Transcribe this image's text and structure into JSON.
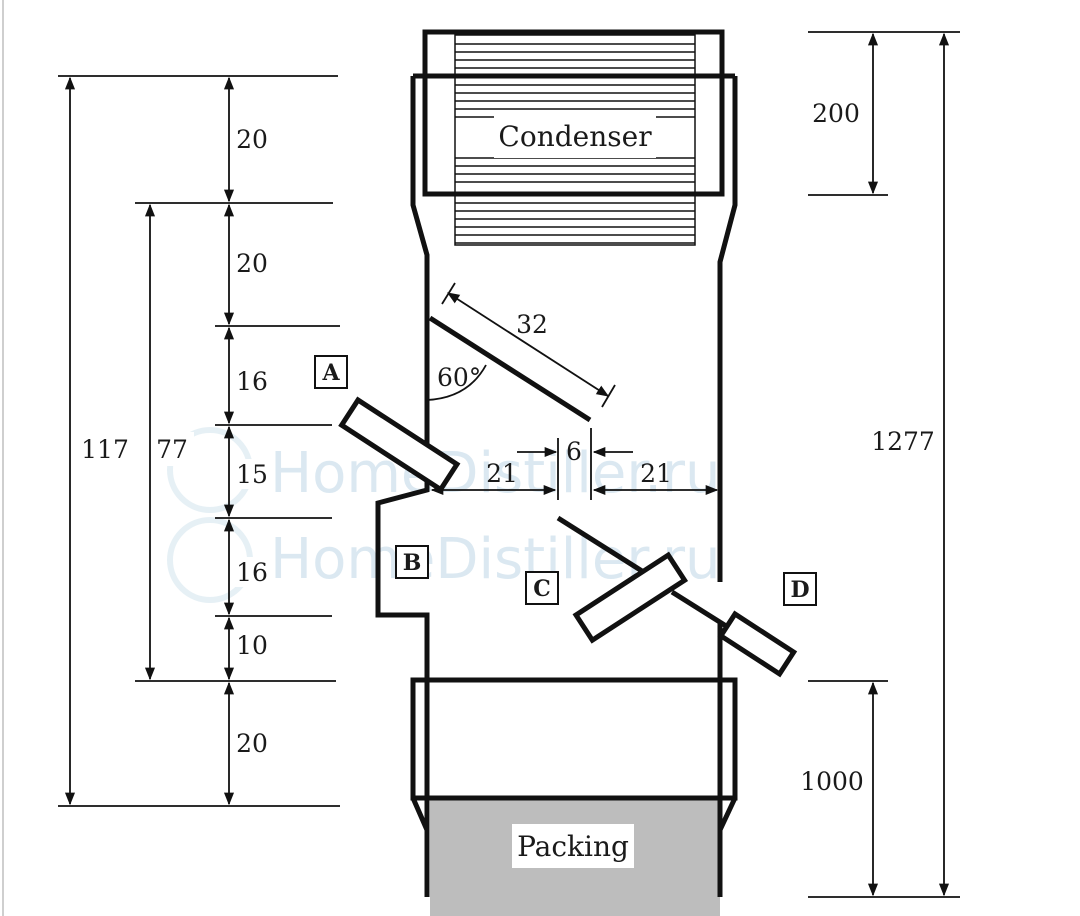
{
  "condenser_label": "Condenser",
  "packing_label": "Packing",
  "markers": {
    "a": "A",
    "b": "B",
    "c": "C",
    "d": "D"
  },
  "dimensions": {
    "left_outer": "117",
    "left_inner": "77",
    "segments": [
      "20",
      "20",
      "16",
      "15",
      "16",
      "10",
      "20"
    ],
    "plate_length": "32",
    "plate_angle": "60°",
    "gap": "6",
    "left_span": "21",
    "right_span": "21",
    "right_top": "200",
    "right_total": "1277",
    "right_bottom": "1000"
  },
  "watermark": "HomeDistiller.ru",
  "colors": {
    "line": "#111111",
    "packing_fill": "#bdbdbd",
    "watermark": "#bfd7e6"
  }
}
